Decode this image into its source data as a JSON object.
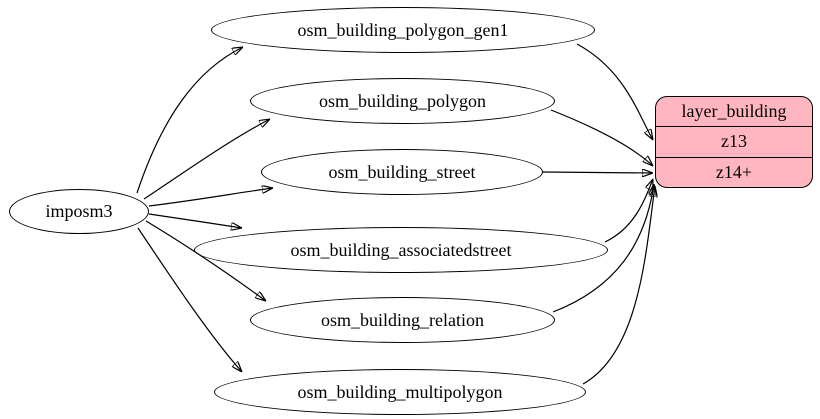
{
  "diagram": {
    "source": {
      "label": "imposm3"
    },
    "tables": [
      {
        "label": "osm_building_polygon_gen1"
      },
      {
        "label": "osm_building_polygon"
      },
      {
        "label": "osm_building_street"
      },
      {
        "label": "osm_building_associatedstreet"
      },
      {
        "label": "osm_building_relation"
      },
      {
        "label": "osm_building_multipolygon"
      }
    ],
    "layer": {
      "title": "layer_building",
      "zoom_rows": [
        {
          "label": "z13"
        },
        {
          "label": "z14+"
        }
      ],
      "fill": "#ffb6c1",
      "stroke": "#000000"
    },
    "edges": [
      {
        "from": "imposm3",
        "to": "osm_building_polygon_gen1"
      },
      {
        "from": "imposm3",
        "to": "osm_building_polygon"
      },
      {
        "from": "imposm3",
        "to": "osm_building_street"
      },
      {
        "from": "imposm3",
        "to": "osm_building_associatedstreet"
      },
      {
        "from": "imposm3",
        "to": "osm_building_relation"
      },
      {
        "from": "imposm3",
        "to": "osm_building_multipolygon"
      },
      {
        "from": "osm_building_polygon_gen1",
        "to": "layer_building:z13"
      },
      {
        "from": "osm_building_polygon",
        "to": "layer_building:z14+"
      },
      {
        "from": "osm_building_street",
        "to": "layer_building:z14+"
      },
      {
        "from": "osm_building_associatedstreet",
        "to": "layer_building:z14+"
      },
      {
        "from": "osm_building_relation",
        "to": "layer_building:z14+"
      },
      {
        "from": "osm_building_multipolygon",
        "to": "layer_building:z14+"
      }
    ]
  }
}
